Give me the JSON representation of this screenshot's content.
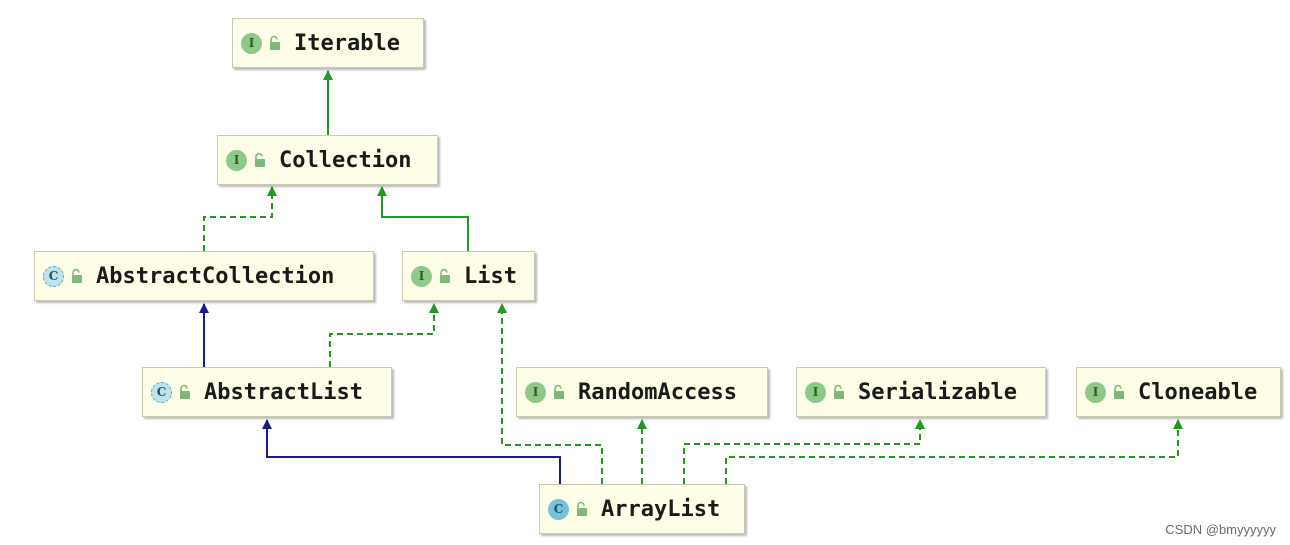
{
  "colors": {
    "extends_edge": "#1f9a1f",
    "class_extends_edge": "#1b1b8f",
    "node_background": "#fdfde8",
    "interface_badge": "#8fc98a",
    "class_badge": "#76c2d8"
  },
  "nodes": {
    "iterable": {
      "label": "Iterable",
      "badge": "I",
      "kind": "interface"
    },
    "collection": {
      "label": "Collection",
      "badge": "I",
      "kind": "interface"
    },
    "abstract_collection": {
      "label": "AbstractCollection",
      "badge": "C",
      "kind": "abstract-class"
    },
    "list": {
      "label": "List",
      "badge": "I",
      "kind": "interface"
    },
    "abstract_list": {
      "label": "AbstractList",
      "badge": "C",
      "kind": "abstract-class"
    },
    "random_access": {
      "label": "RandomAccess",
      "badge": "I",
      "kind": "interface"
    },
    "serializable": {
      "label": "Serializable",
      "badge": "I",
      "kind": "interface"
    },
    "cloneable": {
      "label": "Cloneable",
      "badge": "I",
      "kind": "interface"
    },
    "array_list": {
      "label": "ArrayList",
      "badge": "C",
      "kind": "class"
    }
  },
  "edges": [
    {
      "from": "collection",
      "to": "iterable",
      "relation": "interface-extends"
    },
    {
      "from": "abstract_collection",
      "to": "collection",
      "relation": "implements"
    },
    {
      "from": "list",
      "to": "collection",
      "relation": "interface-extends"
    },
    {
      "from": "abstract_list",
      "to": "abstract_collection",
      "relation": "class-extends"
    },
    {
      "from": "abstract_list",
      "to": "list",
      "relation": "implements"
    },
    {
      "from": "array_list",
      "to": "abstract_list",
      "relation": "class-extends"
    },
    {
      "from": "array_list",
      "to": "list",
      "relation": "implements"
    },
    {
      "from": "array_list",
      "to": "random_access",
      "relation": "implements"
    },
    {
      "from": "array_list",
      "to": "serializable",
      "relation": "implements"
    },
    {
      "from": "array_list",
      "to": "cloneable",
      "relation": "implements"
    }
  ],
  "watermark": "CSDN @bmyyyyyy"
}
